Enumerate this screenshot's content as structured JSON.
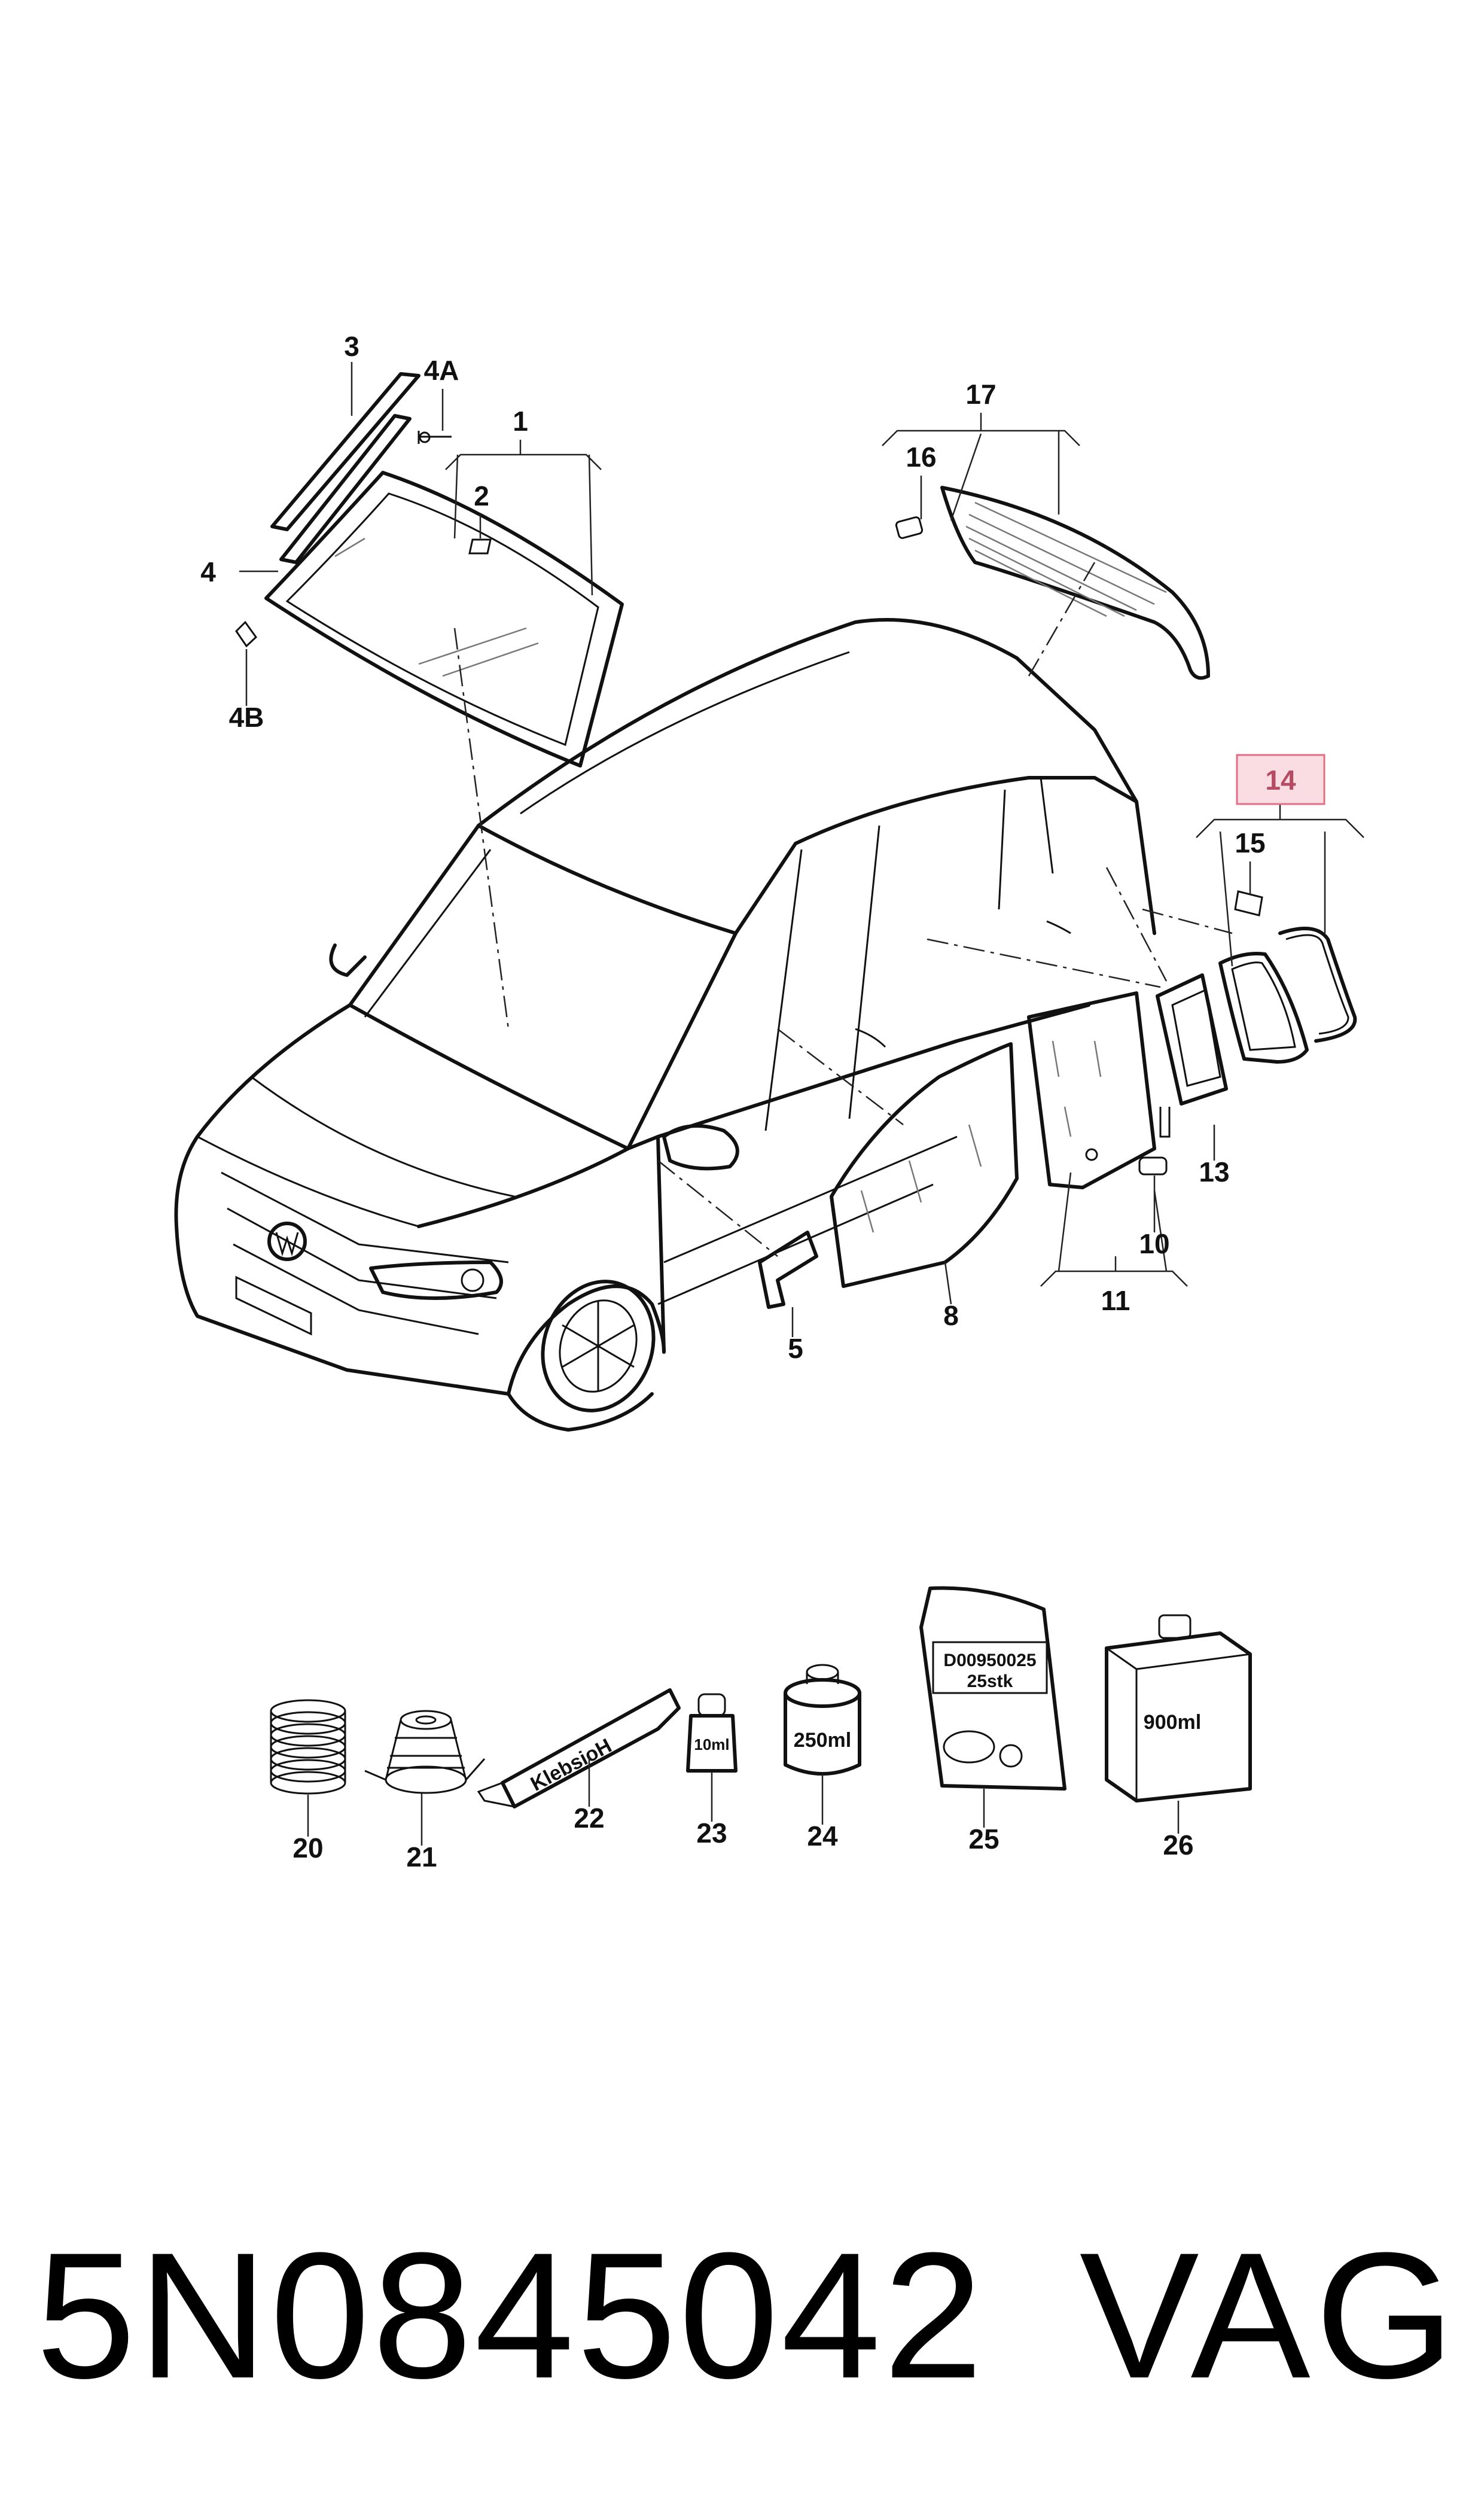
{
  "callouts": {
    "c1": "1",
    "c2": "2",
    "c3": "3",
    "c4": "4",
    "c4a": "4A",
    "c4b": "4B",
    "c5": "5",
    "c8": "8",
    "c10": "10",
    "c11": "11",
    "c13": "13",
    "c14": "14",
    "c15": "15",
    "c16": "16",
    "c17": "17",
    "c20": "20",
    "c21": "21",
    "c22": "22",
    "c23": "23",
    "c24": "24",
    "c25": "25",
    "c26": "26"
  },
  "highlight": {
    "callout": "14",
    "fill": "#f9dde3",
    "stroke": "#e26d86",
    "text_color": "#b74a63"
  },
  "kit_labels": {
    "tube": "KlebsioH",
    "bottle_small": "10ml",
    "can_medium": "250ml",
    "bag_line1": "D00950025",
    "bag_line2": "25stk",
    "box": "900ml"
  },
  "footer": {
    "part_number": "5N0845042",
    "brand": "VAG"
  }
}
